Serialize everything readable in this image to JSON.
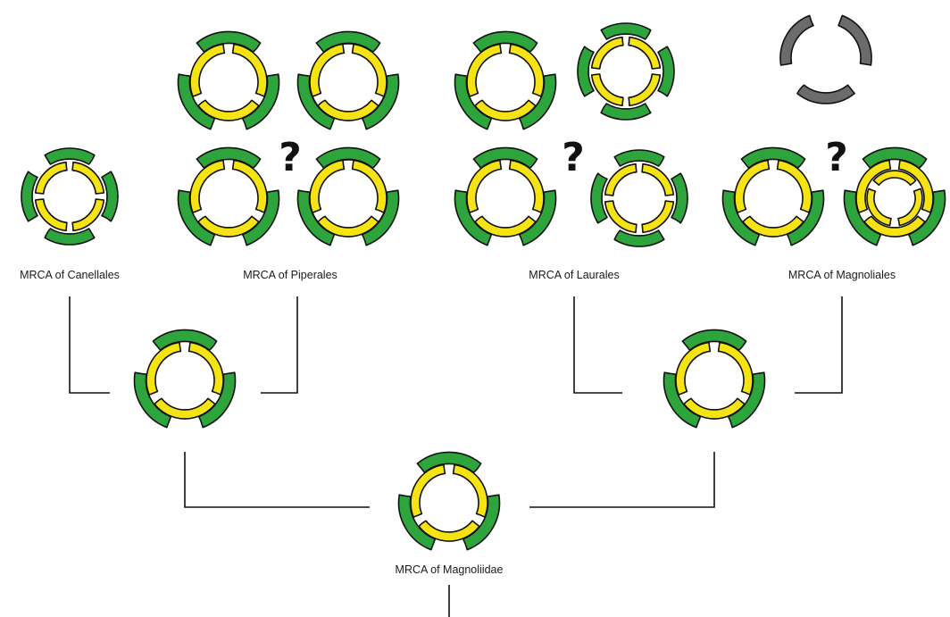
{
  "colors": {
    "outer_petal": "#2ea43c",
    "inner_petal": "#f6e313",
    "unknown_petal": "#6b6b6b",
    "outline": "#111111"
  },
  "labels": {
    "canellales": "MRCA of Canellales",
    "piperales": "MRCA of Piperales",
    "laurales": "MRCA of Laurales",
    "magnoliales": "MRCA of Magnoliales",
    "magnoliidae": "MRCA of Magnoliidae"
  },
  "uncertainty_mark": "?",
  "icons": {
    "trimerous_flower": "trimerous-perianth-icon",
    "dimerous_flower": "dimerous-perianth-icon",
    "unknown_flower": "unknown-perianth-icon"
  }
}
